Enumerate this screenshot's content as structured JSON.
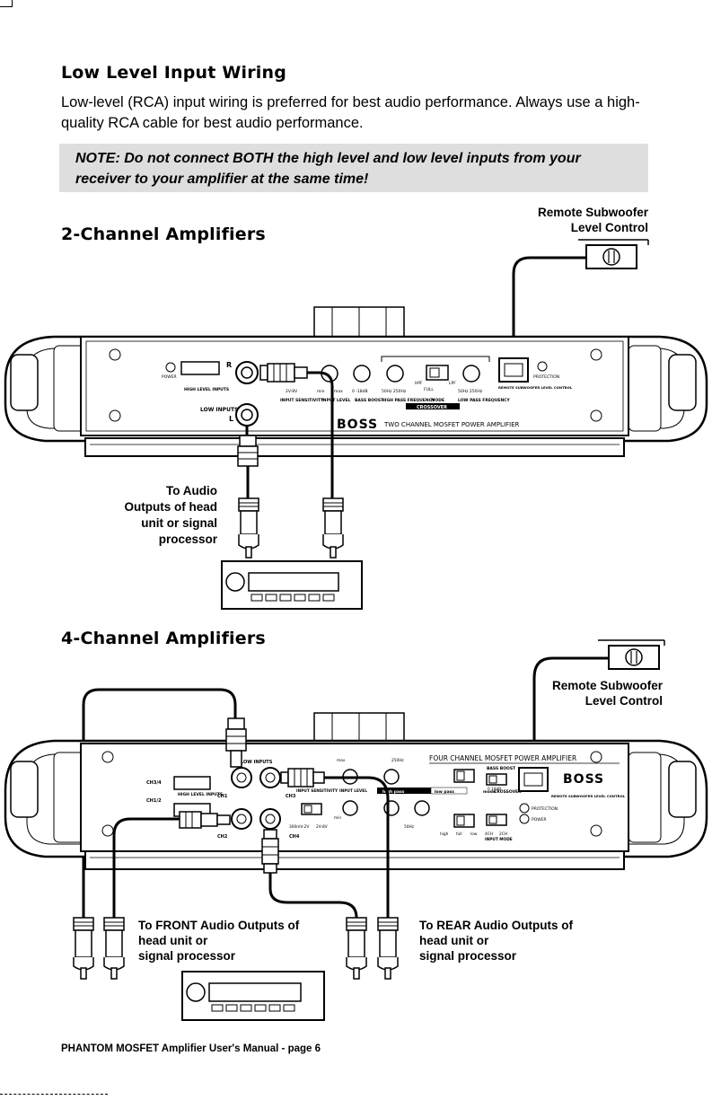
{
  "section": {
    "low_title": "Low Level Input Wiring",
    "intro": "Low-level (RCA) input wiring is preferred for best audio performance. Always use a high-quality RCA cable for best audio performance.",
    "note": "NOTE: Do not connect BOTH the high level and low level inputs from your receiver to your amplifier at the same time!"
  },
  "two_channel": {
    "title": "2-Channel Amplifiers",
    "remote_label_1": "Remote Subwoofer",
    "remote_label_2": "Level Control",
    "audio_label": [
      "To Audio",
      "Outputs of head",
      "unit or signal",
      "processor"
    ],
    "panel": {
      "power": "POWER",
      "high_level_inputs": "HIGH LEVEL INPUTS",
      "low_inputs": "LOW INPUTS",
      "r": "R",
      "l": "L",
      "input_sensitivity": "INPUT SENSITIVITY",
      "sens_range": "2V-8V",
      "input_level": "INPUT LEVEL",
      "min": "min",
      "max": "max",
      "bass_boost": "BASS BOOST",
      "boost_range": "0  -18dB",
      "high_pass": "HIGH PASS FREQUENCY",
      "hp_range": "50Hz  250Hz",
      "mode": "MODE",
      "hpf": "HPF",
      "lpf": "LPF",
      "full": "FULL",
      "low_pass": "LOW PASS FREQUENCY",
      "lp_range": "50Hz  250Hz",
      "crossover": "CROSSOVER",
      "remote_sub": "REMOTE SUBWOOFER LEVEL CONTROL",
      "protection": "PROTECTION",
      "brand": "BOSS",
      "model_text": "TWO CHANNEL MOSFET POWER AMPLIFIER"
    }
  },
  "four_channel": {
    "title": "4-Channel Amplifiers",
    "remote_label_1": "Remote Subwoofer",
    "remote_label_2": "Level Control",
    "front_label": [
      "To FRONT Audio Outputs of",
      "head unit or",
      "signal processor"
    ],
    "rear_label": [
      "To REAR Audio Outputs of",
      "head unit or",
      "signal processor"
    ],
    "panel": {
      "model_text": "FOUR CHANNEL MOSFET POWER AMPLIFIER",
      "brand": "BOSS",
      "ch34": "CH3/4",
      "ch12": "CH1/2",
      "high_level_inputs": "HIGH LEVEL INPUTS",
      "low_inputs": "LOW INPUTS",
      "ch1": "CH1",
      "ch2": "CH2",
      "ch3": "CH3",
      "ch4": "CH4",
      "input_sensitivity": "INPUT SENSITIVITY",
      "input_level": "INPUT LEVEL",
      "high_pass": "high pass",
      "low_pass": "low pass",
      "mode": "mode",
      "crossover": "CROSSOVER",
      "bass_boost": "BASS BOOST",
      "protection": "PROTECTION",
      "power": "POWER",
      "remote_sub": "REMOTE SUBWOOFER LEVEL CONTROL",
      "sens_a": "300mV-2V",
      "sens_b": "2V-8V",
      "min": "min",
      "max": "max",
      "f250": "250Hz",
      "f50": "50Hz",
      "high": "high",
      "full": "full",
      "low": "low",
      "input_mode": "INPUT MODE",
      "ch4_label": "4CH",
      "ch2_label": "2CH",
      "boost_range": "0  18dB"
    }
  },
  "footer": "PHANTOM MOSFET Amplifier User's Manual - page 6"
}
